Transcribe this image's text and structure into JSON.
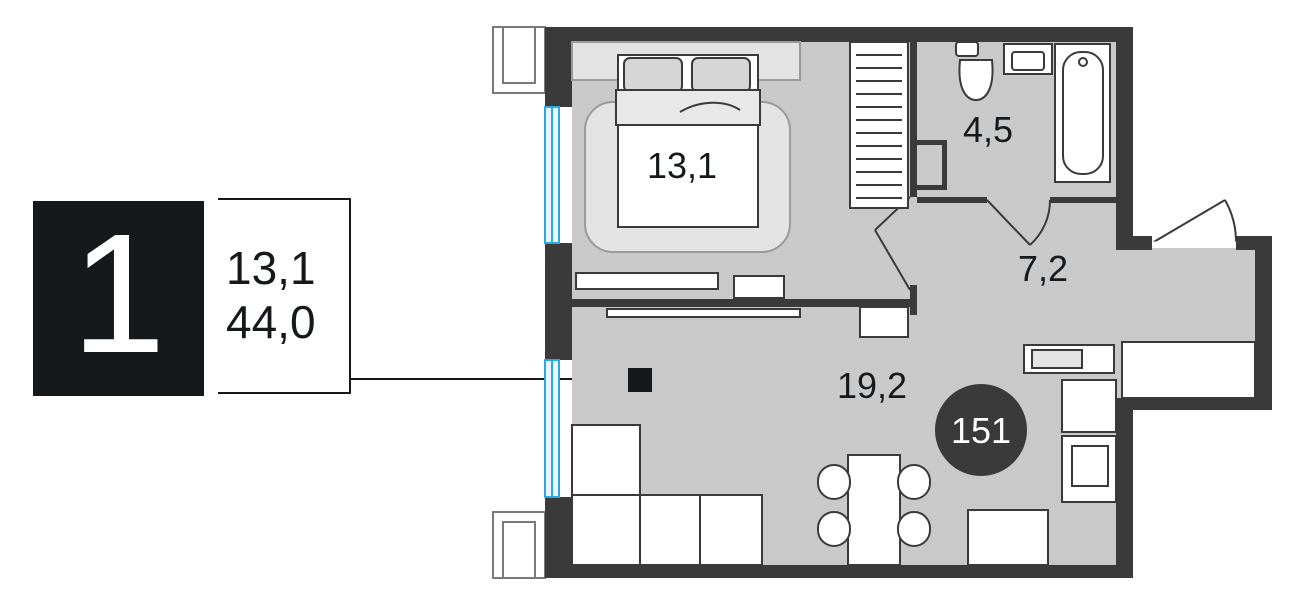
{
  "badge": {
    "rooms": "1"
  },
  "summary": {
    "living_area": "13,1",
    "total_area": "44,0"
  },
  "rooms": {
    "bedroom": "13,1",
    "bathroom": "4,5",
    "hall": "7,2",
    "living": "19,2"
  },
  "unit": {
    "number": "151"
  },
  "colors": {
    "wall": "#3a3a3a",
    "floor": "#c9c9c9",
    "window": "#29a9e0",
    "ink": "#15191c"
  }
}
